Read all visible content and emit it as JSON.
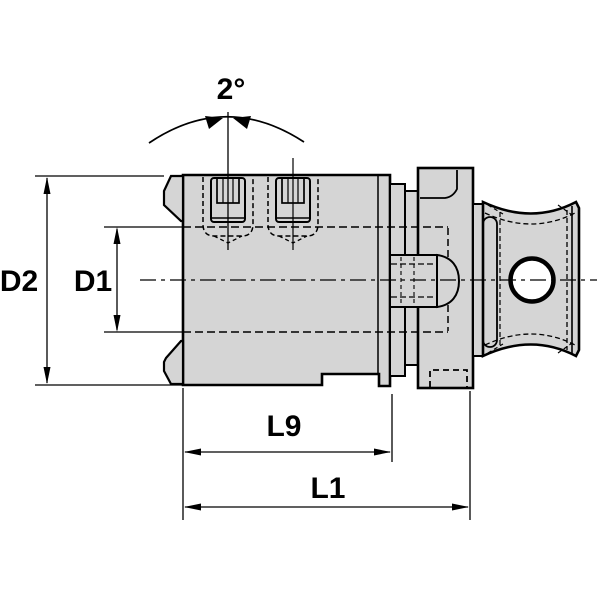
{
  "drawing": {
    "title": "tool-holder-adapter-side-view",
    "colors": {
      "part_fill": "#d5d5d5",
      "line": "#000000",
      "background": "#ffffff"
    },
    "dimensions": {
      "angle": {
        "label": "2°"
      },
      "d2": {
        "label": "D2"
      },
      "d1": {
        "label": "D1"
      },
      "l9": {
        "label": "L9"
      },
      "l1": {
        "label": "L1"
      }
    },
    "parts": [
      "main-body",
      "clamp-set-screws",
      "left-flange-tabs",
      "neck-collar",
      "v-groove",
      "drive-flange",
      "coolant-boss-dome",
      "spindle-head",
      "through-hole"
    ]
  }
}
